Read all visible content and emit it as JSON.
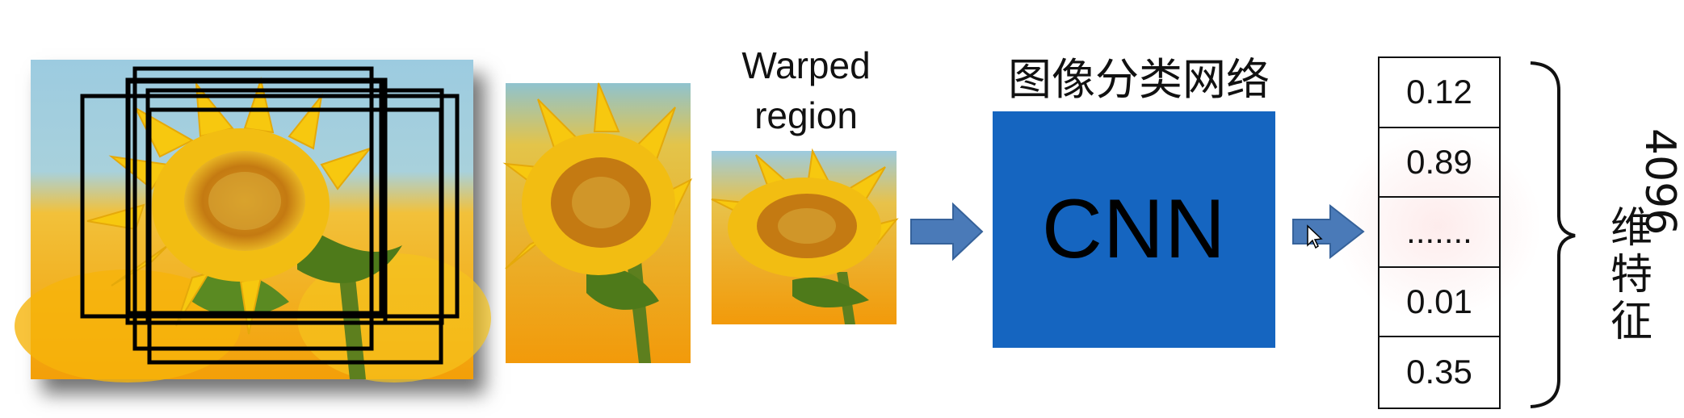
{
  "labels": {
    "warped_line1": "Warped",
    "warped_line2": "region",
    "network_title": "图像分类网络",
    "cnn": "CNN",
    "feature_dim_number": "4096",
    "feature_dim_chars": [
      "维",
      "特",
      "征"
    ]
  },
  "feature_vector": [
    "0.12",
    "0.89",
    ".......",
    "0.01",
    "0.35"
  ],
  "colors": {
    "cnn_box": "#1565c0",
    "arrow": "#4a7ab8",
    "sky": "#9ccbe0",
    "petal": "#f5c60e",
    "background_yellow": "#f2a900"
  },
  "icons": [
    "right-arrow-icon",
    "right-arrow-icon",
    "cursor-icon",
    "right-brace-icon",
    "sunflower-image"
  ]
}
